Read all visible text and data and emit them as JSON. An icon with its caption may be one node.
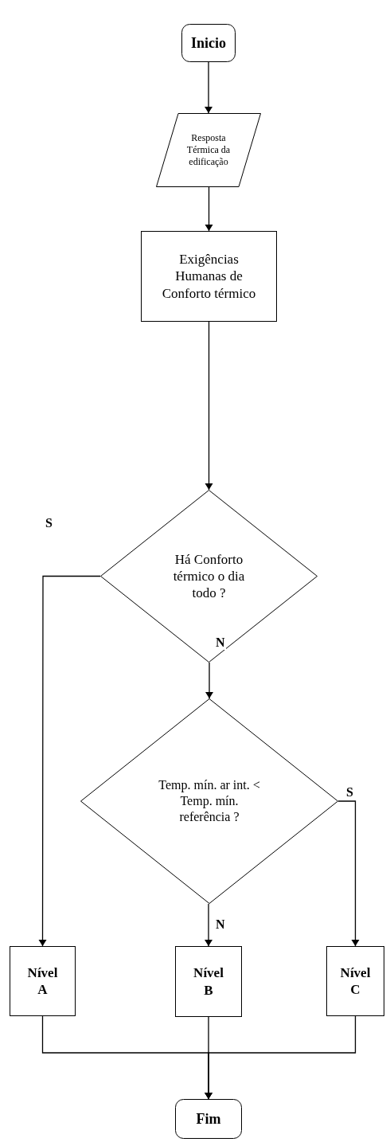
{
  "diagram": {
    "nodes": [
      {
        "text": [
          "Inicio"
        ]
      },
      {
        "text": [
          "Resposta Térmica da edificação"
        ]
      },
      {
        "text": [
          "Exigências Humanas de Conforto térmico"
        ]
      },
      {
        "text": [
          "Há Conforto térmico o dia todo ?"
        ]
      },
      {
        "text": [
          "Temp. mín. ar int. < Temp. mín. referência ?"
        ]
      },
      {
        "text": [
          "Nível A"
        ]
      },
      {
        "text": [
          "Nível B"
        ]
      },
      {
        "text": [
          "Nível C"
        ]
      },
      {
        "text": [
          "Fim"
        ]
      }
    ],
    "edges": [
      {
        "from": 0,
        "to": 1,
        "arrow": "to"
      },
      {
        "from": 1,
        "to": 2,
        "arrow": "to"
      },
      {
        "from": 2,
        "to": 3,
        "arrow": "to"
      },
      {
        "from": 3,
        "to": 5,
        "arrow": "to",
        "label": "S"
      },
      {
        "from": 3,
        "to": 4,
        "arrow": "to",
        "label": "N"
      },
      {
        "from": 4,
        "to": 7,
        "arrow": "to",
        "label": "S"
      },
      {
        "from": 4,
        "to": 6,
        "arrow": "to",
        "label": "N"
      },
      {
        "from": 5,
        "to": 8,
        "arrow": "to"
      },
      {
        "from": 6,
        "to": 8,
        "arrow": "to"
      },
      {
        "from": 7,
        "to": 8,
        "arrow": "to"
      }
    ]
  }
}
